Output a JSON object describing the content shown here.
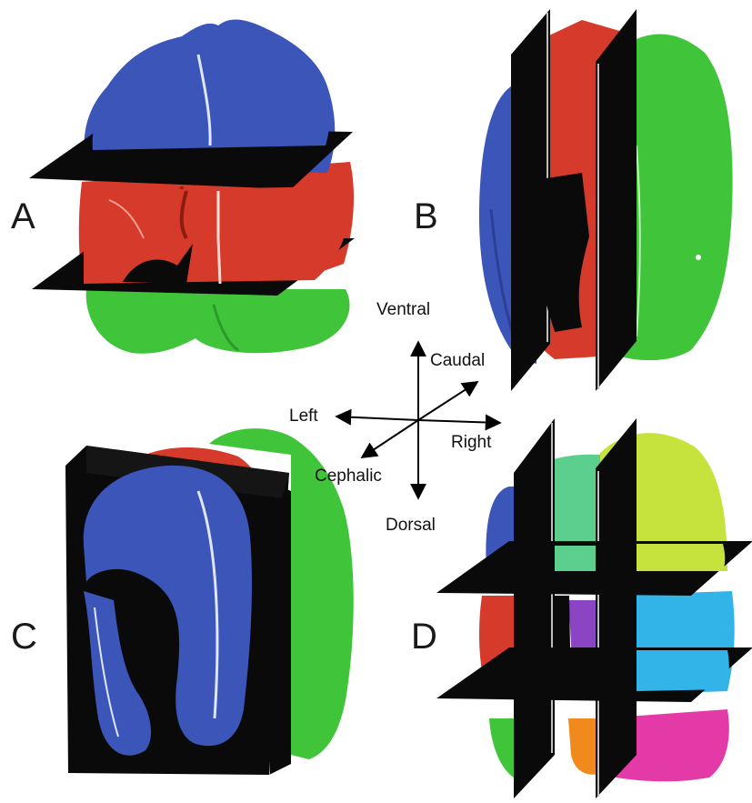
{
  "panels": {
    "a": {
      "letter": "A"
    },
    "b": {
      "letter": "B"
    },
    "c": {
      "letter": "C"
    },
    "d": {
      "letter": "D"
    }
  },
  "orientation": {
    "ventral": "Ventral",
    "dorsal": "Dorsal",
    "left": "Left",
    "right": "Right",
    "caudal": "Caudal",
    "cephalic": "Cephalic"
  },
  "colors": {
    "blue": "#3c55b8",
    "red": "#d63a2a",
    "green": "#3fc43a",
    "mint": "#5ccf8f",
    "yellow_green": "#c6e23c",
    "cyan": "#33b4e8",
    "purple": "#8a44c4",
    "orange": "#f08a1c",
    "magenta": "#e33aa8",
    "plane": "#0a0a0a"
  }
}
